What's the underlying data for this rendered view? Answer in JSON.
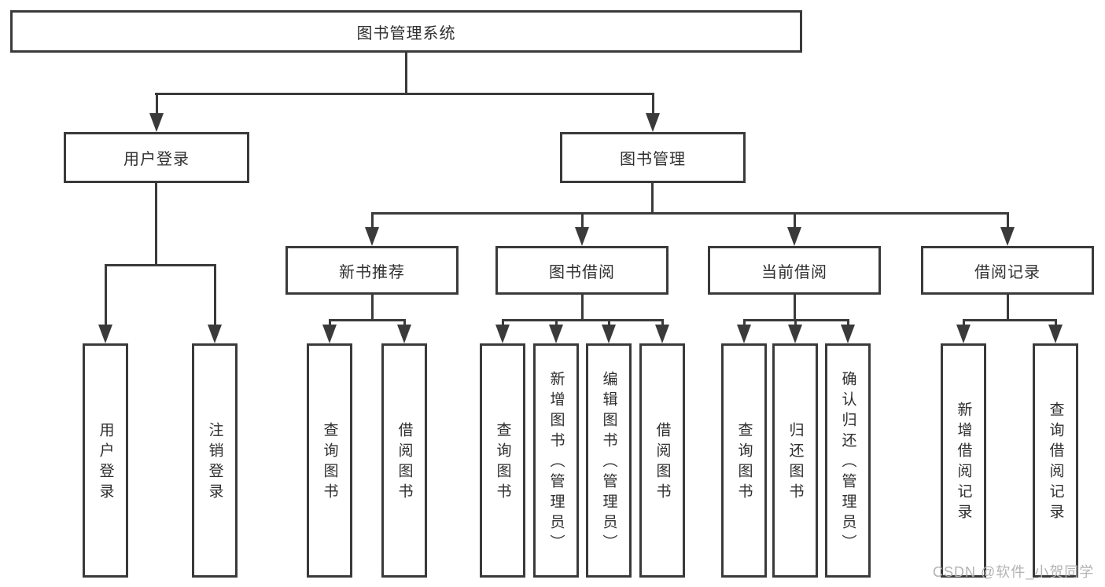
{
  "colors": {
    "line": "#3a3a3a",
    "text": "#2f2f2f",
    "box_background": "#ffffff",
    "watermark": "#b3b3b3"
  },
  "watermark": "CSDN @软件_小贺同学",
  "tree": {
    "root": {
      "label": "图书管理系统"
    },
    "branches": [
      {
        "label": "用户登录",
        "children": [
          {
            "label": "用户登录"
          },
          {
            "label": "注销登录"
          }
        ]
      },
      {
        "label": "图书管理",
        "children": [
          {
            "label": "新书推荐",
            "children": [
              {
                "label": "查询图书"
              },
              {
                "label": "借阅图书"
              }
            ]
          },
          {
            "label": "图书借阅",
            "children": [
              {
                "label": "查询图书"
              },
              {
                "label": "新增图书（管理员）"
              },
              {
                "label": "编辑图书（管理员）"
              },
              {
                "label": "借阅图书"
              }
            ]
          },
          {
            "label": "当前借阅",
            "children": [
              {
                "label": "查询图书"
              },
              {
                "label": "归还图书"
              },
              {
                "label": "确认归还（管理员）"
              }
            ]
          },
          {
            "label": "借阅记录",
            "children": [
              {
                "label": "新增借阅记录"
              },
              {
                "label": "查询借阅记录"
              }
            ]
          }
        ]
      }
    ]
  }
}
